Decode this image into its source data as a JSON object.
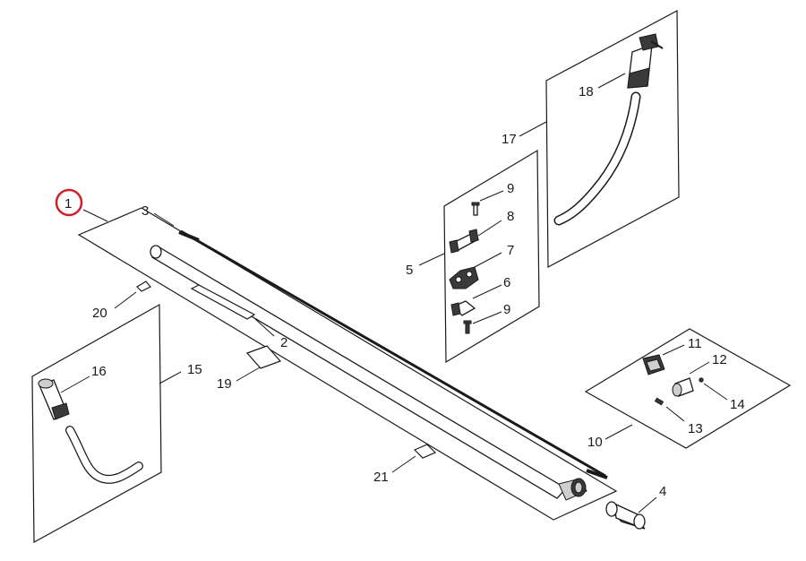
{
  "callouts": {
    "c1": "1",
    "c2": "2",
    "c3": "3",
    "c4": "4",
    "c5": "5",
    "c6": "6",
    "c7": "7",
    "c8": "8",
    "c9a": "9",
    "c9b": "9",
    "c10": "10",
    "c11": "11",
    "c12": "12",
    "c13": "13",
    "c14": "14",
    "c15": "15",
    "c16": "16",
    "c17": "17",
    "c18": "18",
    "c19": "19",
    "c20": "20",
    "c21": "21"
  },
  "highlight": {
    "callout": "1",
    "color": "#d0202a"
  }
}
